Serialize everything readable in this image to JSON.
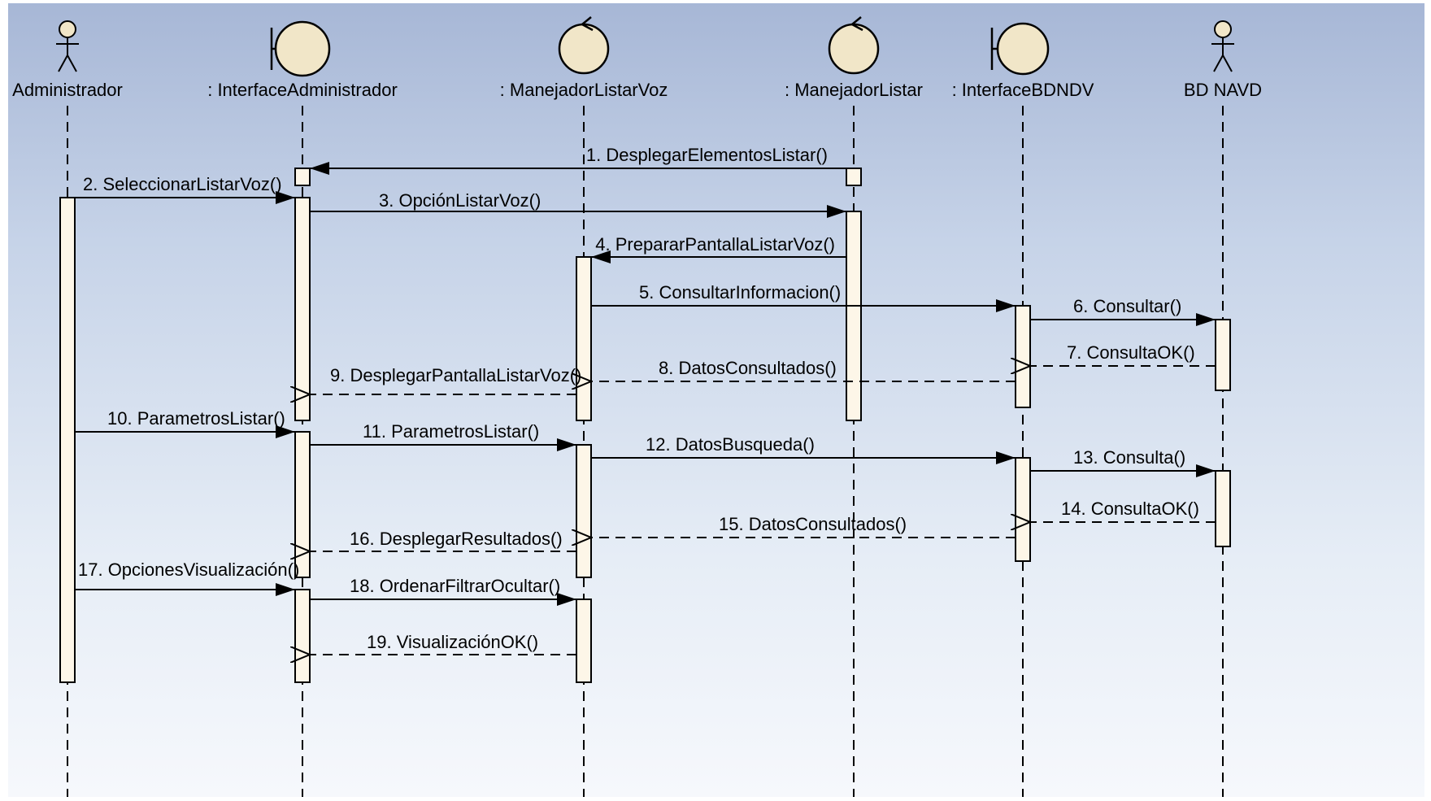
{
  "diagram": {
    "lifelines": [
      {
        "id": "admin",
        "label": "Administrador",
        "kind": "actor"
      },
      {
        "id": "ia",
        "label": ": InterfaceAdministrador",
        "kind": "boundary"
      },
      {
        "id": "mlv",
        "label": ": ManejadorListarVoz",
        "kind": "control"
      },
      {
        "id": "ml",
        "label": ": ManejadorListar",
        "kind": "control"
      },
      {
        "id": "ibd",
        "label": ": InterfaceBDNDV",
        "kind": "boundary"
      },
      {
        "id": "bd",
        "label": "BD NAVD",
        "kind": "actor"
      }
    ],
    "messages": [
      {
        "num": 1,
        "label": "1. DesplegarElementosListar()",
        "from": "ml",
        "to": "ia",
        "type": "sync"
      },
      {
        "num": 2,
        "label": "2. SeleccionarListarVoz()",
        "from": "admin",
        "to": "ia",
        "type": "sync"
      },
      {
        "num": 3,
        "label": "3. OpciónListarVoz()",
        "from": "ia",
        "to": "ml",
        "type": "sync"
      },
      {
        "num": 4,
        "label": "4. PrepararPantallaListarVoz()",
        "from": "ml",
        "to": "mlv",
        "type": "sync"
      },
      {
        "num": 5,
        "label": "5. ConsultarInformacion()",
        "from": "mlv",
        "to": "ibd",
        "type": "sync"
      },
      {
        "num": 6,
        "label": "6. Consultar()",
        "from": "ibd",
        "to": "bd",
        "type": "sync"
      },
      {
        "num": 7,
        "label": "7. ConsultaOK()",
        "from": "bd",
        "to": "ibd",
        "type": "return"
      },
      {
        "num": 8,
        "label": "8. DatosConsultados()",
        "from": "ibd",
        "to": "mlv",
        "type": "return"
      },
      {
        "num": 9,
        "label": "9. DesplegarPantallaListarVoz()",
        "from": "mlv",
        "to": "ia",
        "type": "return"
      },
      {
        "num": 10,
        "label": "10. ParametrosListar()",
        "from": "admin",
        "to": "ia",
        "type": "sync"
      },
      {
        "num": 11,
        "label": "11. ParametrosListar()",
        "from": "ia",
        "to": "mlv",
        "type": "sync"
      },
      {
        "num": 12,
        "label": "12. DatosBusqueda()",
        "from": "mlv",
        "to": "ibd",
        "type": "sync"
      },
      {
        "num": 13,
        "label": "13. Consulta()",
        "from": "ibd",
        "to": "bd",
        "type": "sync"
      },
      {
        "num": 14,
        "label": "14. ConsultaOK()",
        "from": "bd",
        "to": "ibd",
        "type": "return"
      },
      {
        "num": 15,
        "label": "15. DatosConsultados()",
        "from": "ibd",
        "to": "mlv",
        "type": "return"
      },
      {
        "num": 16,
        "label": "16. DesplegarResultados()",
        "from": "mlv",
        "to": "ia",
        "type": "return"
      },
      {
        "num": 17,
        "label": "17. OpcionesVisualización()",
        "from": "admin",
        "to": "ia",
        "type": "sync"
      },
      {
        "num": 18,
        "label": "18. OrdenarFiltrarOcultar()",
        "from": "ia",
        "to": "mlv",
        "type": "sync"
      },
      {
        "num": 19,
        "label": "19. VisualizaciónOK()",
        "from": "mlv",
        "to": "ia",
        "type": "return"
      }
    ],
    "colors": {
      "activation_fill": "#fdf6e8",
      "icon_fill": "#f1e6c8",
      "line": "#000000"
    }
  }
}
